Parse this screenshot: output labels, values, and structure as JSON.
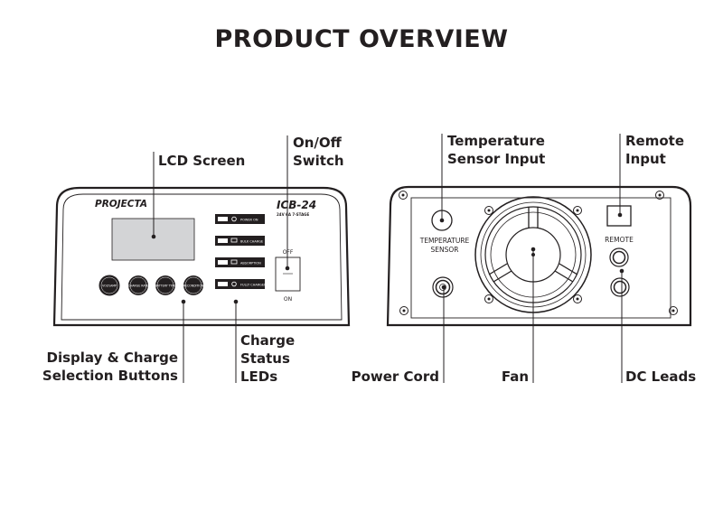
{
  "title": "PRODUCT OVERVIEW",
  "front_panel": {
    "brand": "PROJECTA",
    "model": "ICB-24",
    "model_sub": "24V 6A 7-STAGE",
    "led_labels": [
      "POWER ON",
      "BULK CHARGE",
      "ABSORPTION",
      "FULLY CHARGED"
    ],
    "button_labels": [
      "VOLT/AMP",
      "CHARGE RATE",
      "BATTERY TYPE",
      "RECONDITION"
    ],
    "switch_off": "OFF",
    "switch_on": "ON"
  },
  "back_panel": {
    "temperature_label_line1": "TEMPERATURE",
    "temperature_label_line2": "SENSOR",
    "remote_label": "REMOTE"
  },
  "callouts": {
    "lcd_screen": "LCD Screen",
    "on_off_switch_line1": "On/Off",
    "on_off_switch_line2": "Switch",
    "display_buttons_line1": "Display & Charge",
    "display_buttons_line2": "Selection Buttons",
    "charge_leds_line1": "Charge",
    "charge_leds_line2": "Status",
    "charge_leds_line3": "LEDs",
    "temperature_input_line1": "Temperature",
    "temperature_input_line2": "Sensor Input",
    "remote_input_line1": "Remote",
    "remote_input_line2": "Input",
    "power_cord": "Power Cord",
    "fan": "Fan",
    "dc_leads": "DC Leads"
  }
}
